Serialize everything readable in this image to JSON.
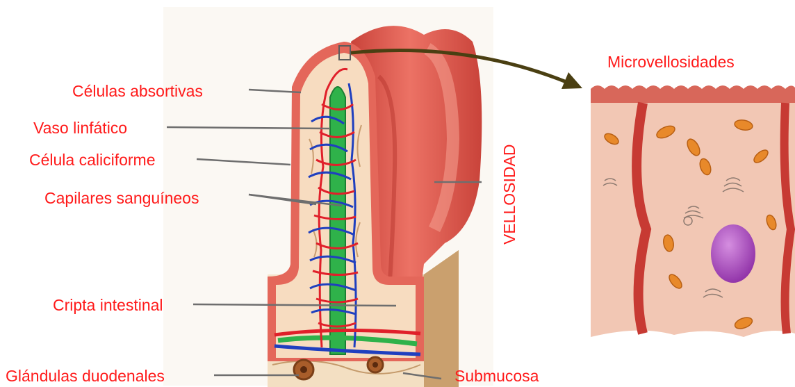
{
  "labels": {
    "celulas_absortivas": "Células absortivas",
    "vaso_linfatico": "Vaso linfático",
    "celula_caliciforme": "Célula caliciforme",
    "capilares_sanguineos": "Capilares sanguíneos",
    "cripta_intestinal": "Cripta intestinal",
    "glandulas_duodenales": "Glándulas duodenales",
    "vellosidad": "VELLOSIDAD",
    "microvellosidades": "Microvellosidades",
    "submucosa": "Submucosa"
  },
  "colors": {
    "label_text": "#ff1a1a",
    "leader_line": "#6e6e6e",
    "arrow": "#4a3f12",
    "villus_outer": "#e05a4e",
    "villus_inner": "#f2c9a8",
    "lymph_vessel": "#2fb24a",
    "vein": "#1f3fbf",
    "artery": "#e0202a",
    "cell_cytoplasm": "#f2c7b4",
    "nucleus": "#a646b8",
    "mitochondria": "#e8892a"
  }
}
